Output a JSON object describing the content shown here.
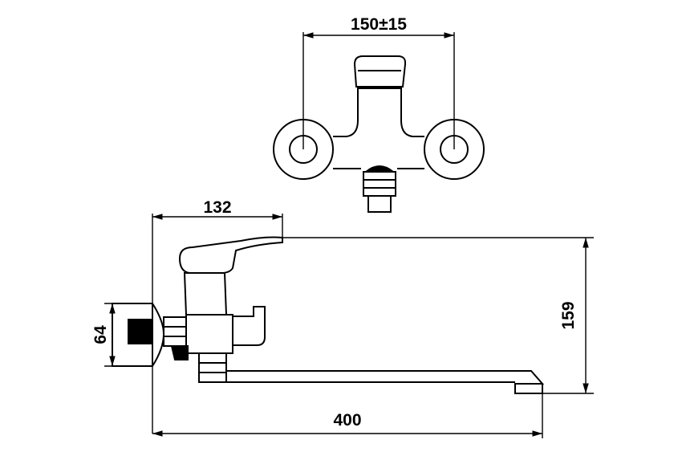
{
  "dimensions": {
    "top_width": "150±15",
    "handle_length": "132",
    "height": "159",
    "flange_diameter": "64",
    "spout_length": "400"
  },
  "colors": {
    "line": "#000000",
    "background": "#ffffff"
  }
}
